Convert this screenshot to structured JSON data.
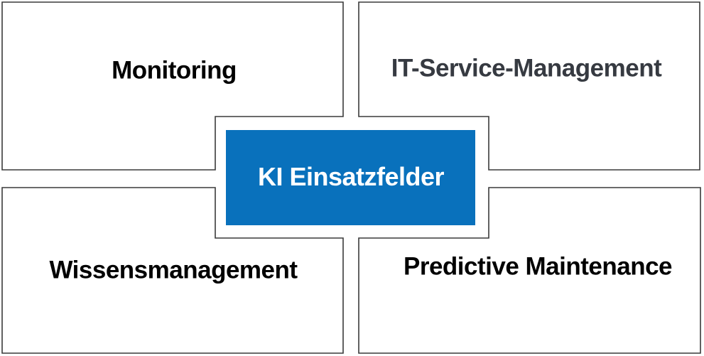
{
  "diagram": {
    "title": "KI Einsatzfelder",
    "center": {
      "label": "KI Einsatzfelder"
    },
    "quadrants": {
      "monitoring": {
        "label": "Monitoring"
      },
      "it_service_management": {
        "label": "IT-Service-Management"
      },
      "wissensmanagement": {
        "label": "Wissensmanagement"
      },
      "predictive_maintenance": {
        "label": "Predictive Maintenance"
      }
    }
  },
  "colors": {
    "background": "#ffffff",
    "box_fill": "#ffffff",
    "box_border": "#3a3a3a",
    "accent_blue": "#0971bc",
    "label_black": "#000000",
    "label_charcoal": "#363a41",
    "center_text": "#ffffff"
  }
}
